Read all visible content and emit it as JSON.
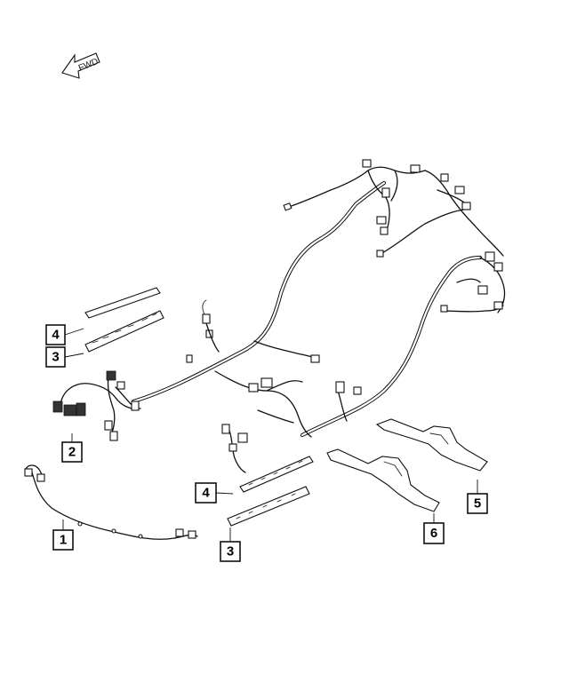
{
  "orientation": {
    "label": "FWD",
    "icon": "forward-arrow-icon"
  },
  "callouts": [
    {
      "id": "callout-1",
      "label": "1"
    },
    {
      "id": "callout-2",
      "label": "2"
    },
    {
      "id": "callout-3a",
      "label": "3"
    },
    {
      "id": "callout-3b",
      "label": "3"
    },
    {
      "id": "callout-4a",
      "label": "4"
    },
    {
      "id": "callout-4b",
      "label": "4"
    },
    {
      "id": "callout-5",
      "label": "5"
    },
    {
      "id": "callout-6",
      "label": "6"
    }
  ],
  "colors": {
    "line": "#111111",
    "background": "#ffffff"
  }
}
